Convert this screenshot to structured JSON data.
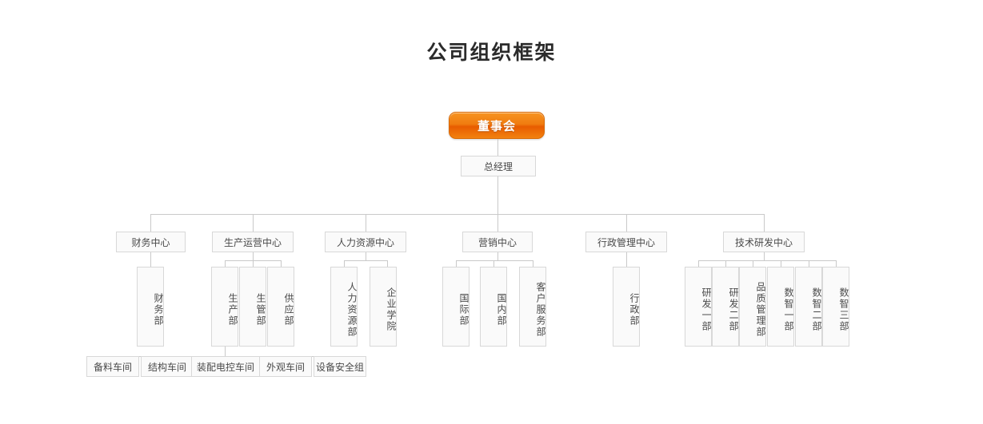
{
  "page": {
    "title": "公司组织框架",
    "accent_color": "#f07c10",
    "box_fill": "#fafafa",
    "box_border": "#d8d8d8",
    "line_color": "#c9c9c9",
    "text_color": "#4a4a4a"
  },
  "chart_data": {
    "type": "diagram",
    "title": "公司组织框架",
    "root": {
      "label": "董事会",
      "style": "accent"
    },
    "second": {
      "label": "总经理",
      "style": "plain"
    },
    "centers": [
      {
        "label": "财务中心",
        "children": [
          "财务部"
        ]
      },
      {
        "label": "生产运营中心",
        "children": [
          "生产部",
          "生管部",
          "供应部"
        ]
      },
      {
        "label": "人力资源中心",
        "children": [
          "人力资源部",
          "企业学院"
        ]
      },
      {
        "label": "营销中心",
        "children": [
          "国际部",
          "国内部",
          "客户服务部"
        ]
      },
      {
        "label": "行政管理中心",
        "children": [
          "行政部"
        ]
      },
      {
        "label": "技术研发中心",
        "children": [
          "研发一部",
          "研发二部",
          "品质管理部",
          "数智一部",
          "数智二部",
          "数智三部"
        ]
      }
    ],
    "workshops": {
      "parent": "生产部",
      "items": [
        "备料车间",
        "结构车间",
        "装配电控车间",
        "外观车间",
        "设备安全组"
      ]
    }
  },
  "nodes": {
    "root": "董事会",
    "gm": "总经理",
    "center_finance": "财务中心",
    "center_production": "生产运营中心",
    "center_hr": "人力资源中心",
    "center_marketing": "营销中心",
    "center_admin": "行政管理中心",
    "center_rnd": "技术研发中心",
    "dept_finance": "财务部",
    "dept_prod": "生产部",
    "dept_prodmgmt": "生管部",
    "dept_supply": "供应部",
    "dept_hr": "人力资源部",
    "dept_academy": "企业学院",
    "dept_intl": "国际部",
    "dept_domestic": "国内部",
    "dept_service": "客户服务部",
    "dept_admin": "行政部",
    "dept_rnd1": "研发一部",
    "dept_rnd2": "研发二部",
    "dept_quality": "品质管理部",
    "dept_di1": "数智一部",
    "dept_di2": "数智二部",
    "dept_di3": "数智三部",
    "shop_prep": "备料车间",
    "shop_struct": "结构车间",
    "shop_assembly": "装配电控车间",
    "shop_appearance": "外观车间",
    "shop_safety": "设备安全组"
  }
}
